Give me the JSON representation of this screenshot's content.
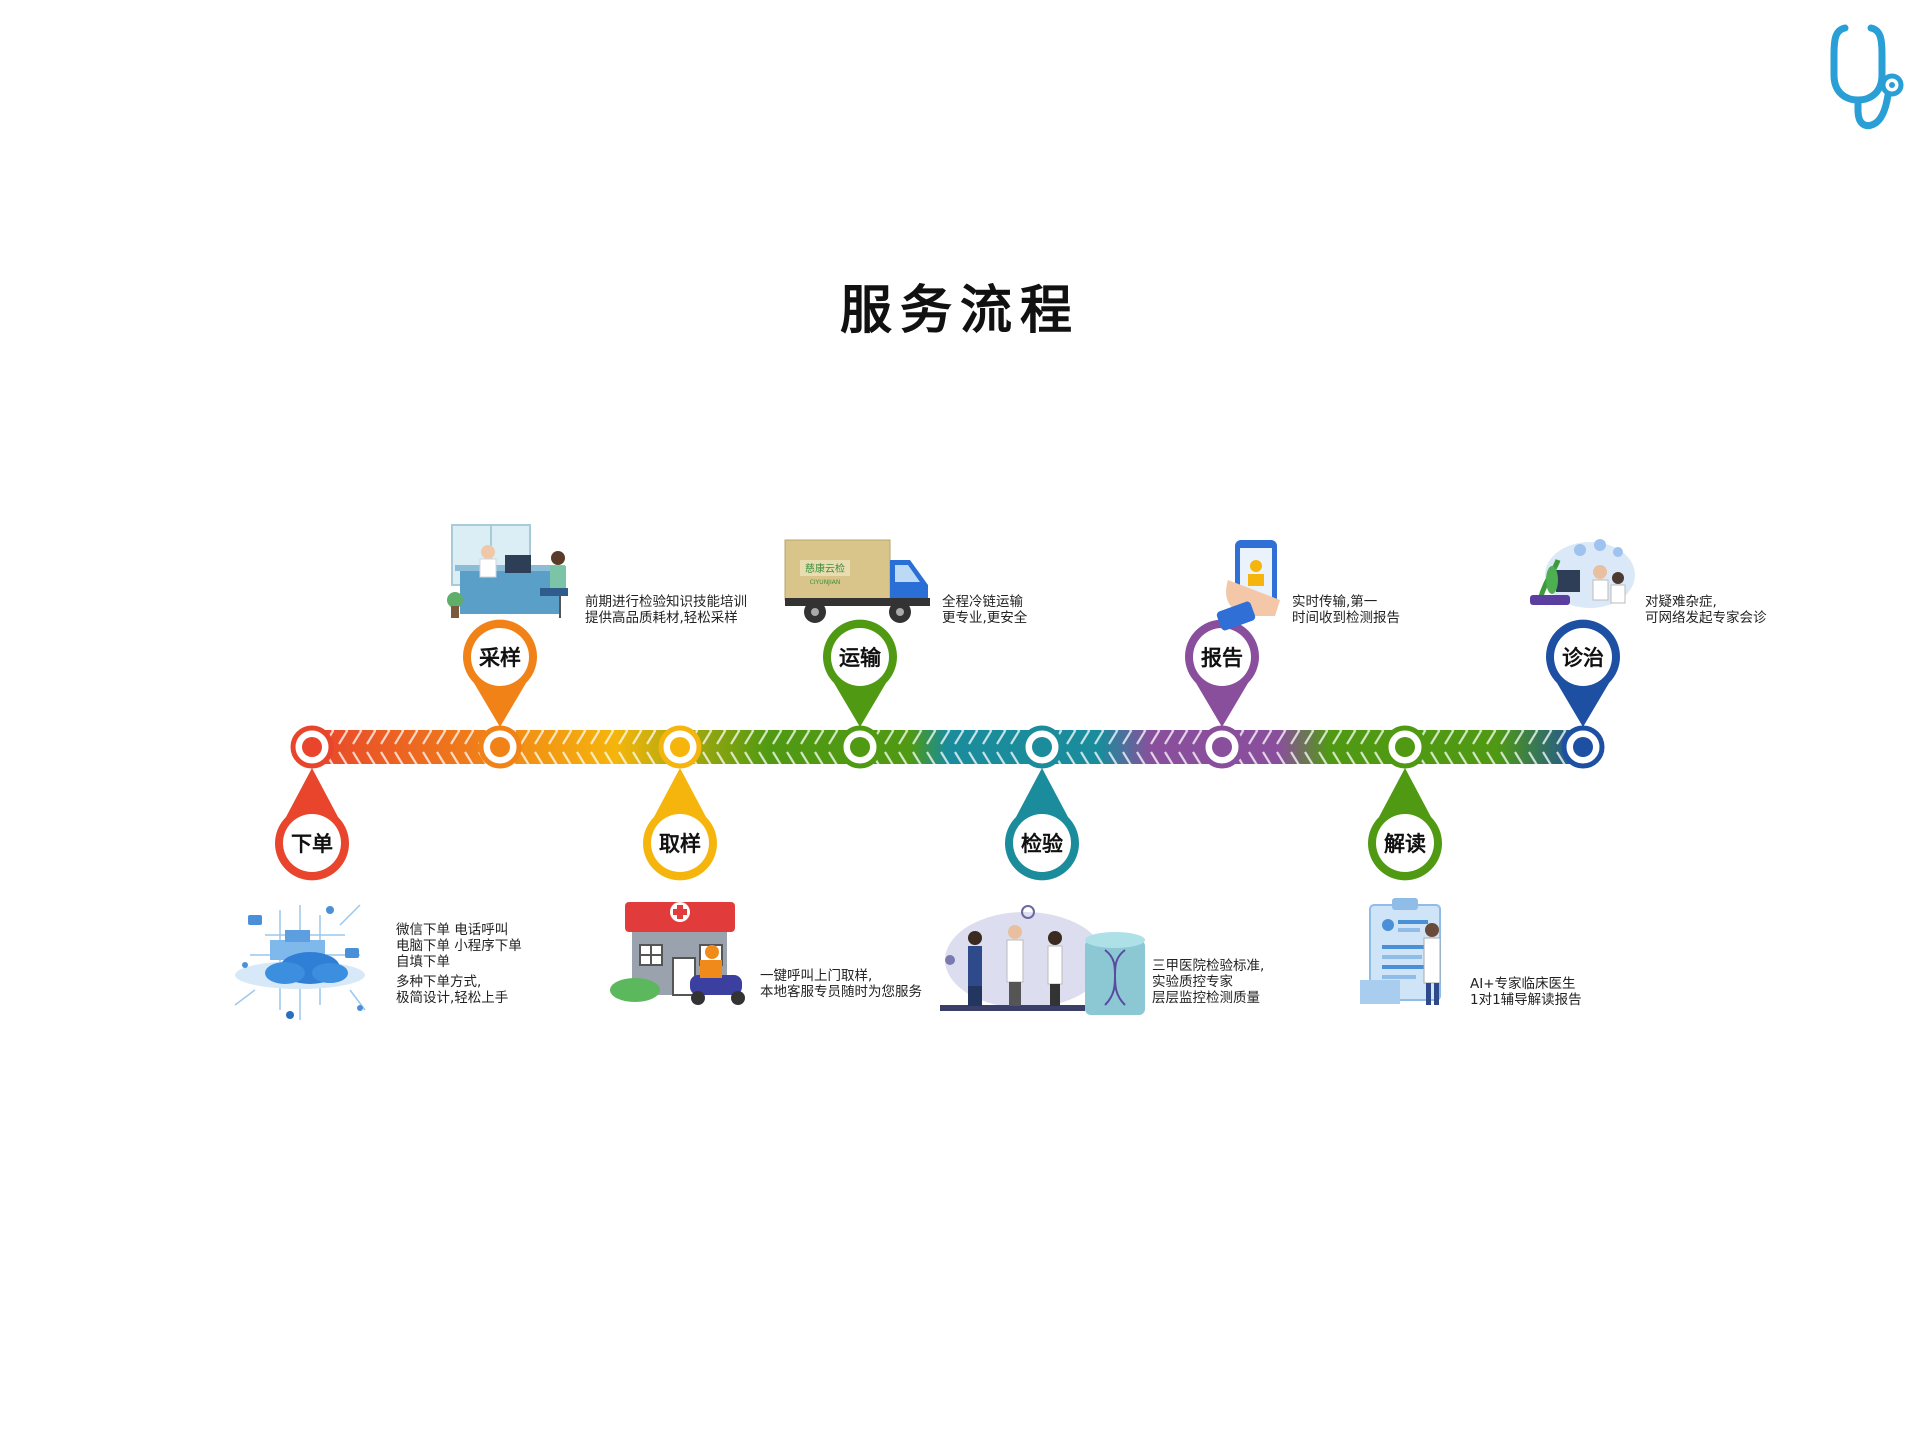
{
  "page": {
    "title": "服务流程"
  },
  "colors": {
    "order": "#e8452c",
    "collect": "#f08218",
    "pickup": "#f5b50c",
    "transport": "#4f9a12",
    "test": "#1a8c9c",
    "report": "#8a4f9c",
    "interpret": "#4f9a12",
    "diagnose": "#1d4fa3"
  },
  "steps": [
    {
      "id": "order",
      "label": "下单",
      "lines": [
        "微信下单  电话呼叫",
        "电脑下单  小程序下单",
        "自填下单",
        "多种下单方式,",
        "极简设计,轻松上手"
      ]
    },
    {
      "id": "collect",
      "label": "采样",
      "lines": [
        "前期进行检验知识技能培训",
        "提供高品质耗材,轻松采样"
      ]
    },
    {
      "id": "pickup",
      "label": "取样",
      "lines": [
        "一键呼叫上门取样,",
        "本地客服专员随时为您服务"
      ]
    },
    {
      "id": "transport",
      "label": "运输",
      "lines": [
        "全程冷链运输",
        "更专业,更安全"
      ]
    },
    {
      "id": "test",
      "label": "检验",
      "lines": [
        "三甲医院检验标准,",
        "实验质控专家",
        "层层监控检测质量"
      ]
    },
    {
      "id": "report",
      "label": "报告",
      "lines": [
        "实时传输,第一",
        "时间收到检测报告"
      ]
    },
    {
      "id": "interpret",
      "label": "解读",
      "lines": [
        "AI+专家临床医生",
        "1对1辅导解读报告"
      ]
    },
    {
      "id": "diagnose",
      "label": "诊治",
      "lines": [
        "对疑难杂症,",
        "可网络发起专家会诊"
      ]
    }
  ],
  "truck_text": {
    "cn": "慈康云检",
    "en": "CIYUNJIAN"
  }
}
